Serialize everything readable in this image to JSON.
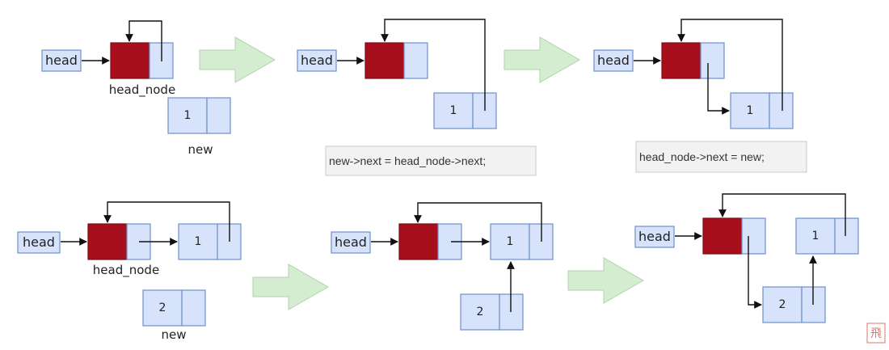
{
  "labels": {
    "head": "head",
    "head_node": "head_node",
    "new": "new",
    "one": "1",
    "two": "2"
  },
  "code": {
    "step1": "new->next = head_node->next;",
    "step2": "head_node->next = new;"
  },
  "colors": {
    "node_red": "#a70f1c",
    "node_blue": "#d6e3fb",
    "node_border": "#6f8fcb",
    "arrow_green": "#d4ecd0"
  },
  "stamp_glyph": "飛"
}
